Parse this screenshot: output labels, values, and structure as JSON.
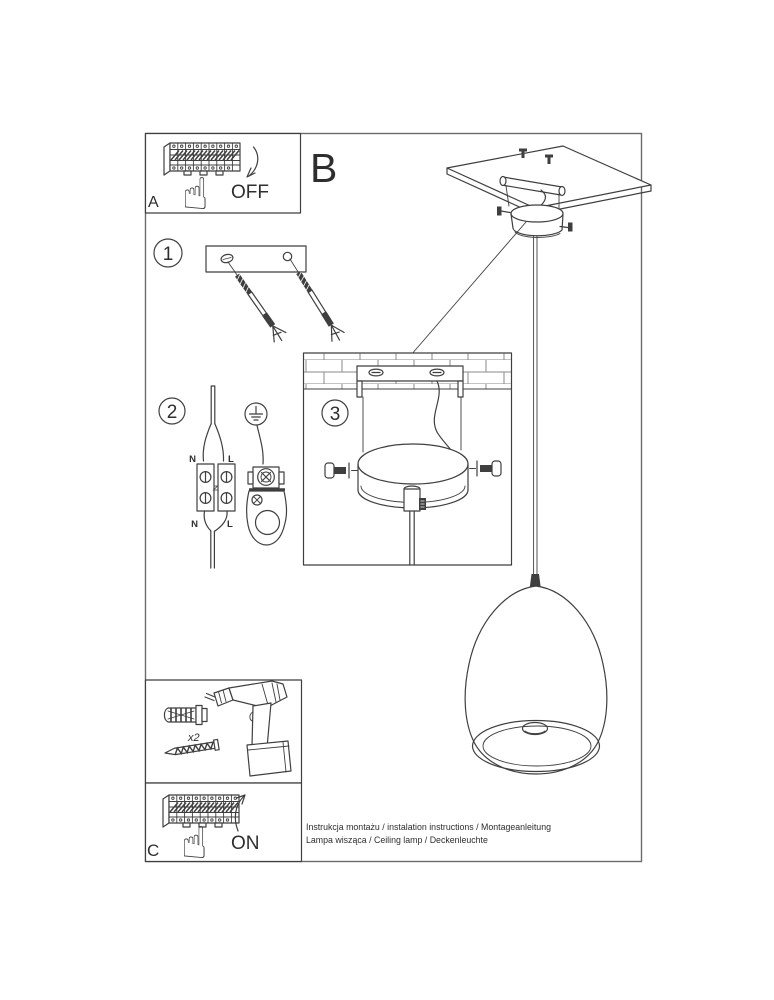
{
  "page": {
    "paper_color": "#ffffff",
    "ink_color": "#3f3f3f",
    "frame_color": "#6b6b6b"
  },
  "boxes": {
    "a": {
      "label": "A",
      "switch_state": "OFF"
    },
    "b": {
      "label": "B"
    },
    "c": {
      "label": "C",
      "switch_state": "ON"
    }
  },
  "steps": {
    "one": {
      "number": "1"
    },
    "two": {
      "number": "2",
      "terminal_labels": {
        "n_top": "N",
        "l_top": "L",
        "n_bottom": "N",
        "l_bottom": "L"
      }
    },
    "three": {
      "number": "3"
    }
  },
  "hardware": {
    "screw_count": "x2"
  },
  "icons": {
    "hand": "☝"
  },
  "footer": {
    "line1": "Instrukcja montażu / instalation instructions / Montageanleitung",
    "line2": "Lampa wisząca / Ceiling lamp / Deckenleuchte"
  }
}
